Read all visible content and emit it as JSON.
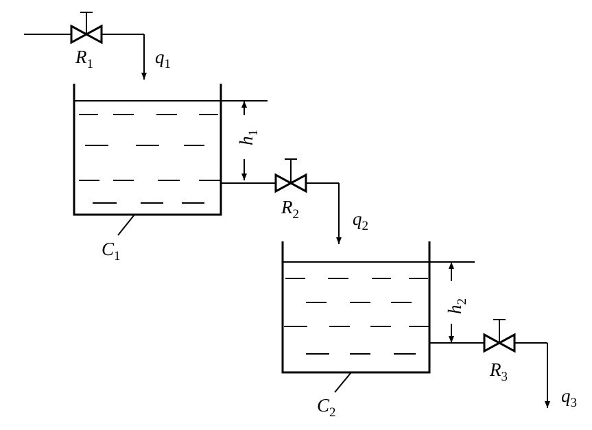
{
  "labels": {
    "R1": {
      "main": "R",
      "sub": "1"
    },
    "R2": {
      "main": "R",
      "sub": "2"
    },
    "R3": {
      "main": "R",
      "sub": "3"
    },
    "q1": {
      "main": "q",
      "sub": "1"
    },
    "q2": {
      "main": "q",
      "sub": "2"
    },
    "q3": {
      "main": "q",
      "sub": "3"
    },
    "h1": {
      "main": "h",
      "sub": "1"
    },
    "h2": {
      "main": "h",
      "sub": "2"
    },
    "C1": {
      "main": "C",
      "sub": "1"
    },
    "C2": {
      "main": "C",
      "sub": "2"
    }
  },
  "colors": {
    "ink": "#000000",
    "background": "#ffffff"
  }
}
